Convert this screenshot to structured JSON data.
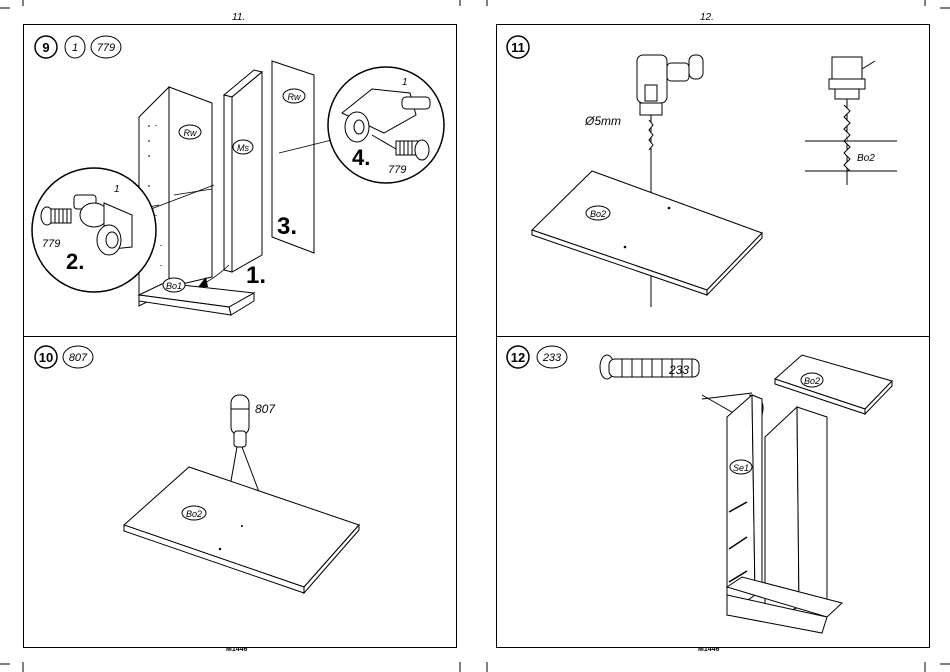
{
  "pages": {
    "left_number": "11.",
    "right_number": "12.",
    "left_footer": "M1446",
    "right_footer": "M1446"
  },
  "steps": [
    {
      "number": "9",
      "badges": [
        "1",
        "779"
      ],
      "labels": {
        "rw_a": "Rw",
        "rw_b": "Rw",
        "ms": "Ms",
        "bo1": "Bo1"
      },
      "callouts": {
        "c1": "1.",
        "c2": "2.",
        "c3": "3.",
        "c4": "4."
      },
      "parts": {
        "left_part": "1",
        "left_screw": "779",
        "right_part": "1",
        "right_screw": "779"
      }
    },
    {
      "number": "11",
      "drill_size": "Ø5mm",
      "labels": {
        "bo2": "Bo2",
        "bo2_detail": "Bo2"
      }
    },
    {
      "number": "10",
      "badges": [
        "807"
      ],
      "part_label": "807",
      "labels": {
        "bo2": "Bo2"
      }
    },
    {
      "number": "12",
      "badges": [
        "233"
      ],
      "part_label": "233",
      "labels": {
        "bo2": "Bo2",
        "se1": "Se1"
      }
    }
  ]
}
